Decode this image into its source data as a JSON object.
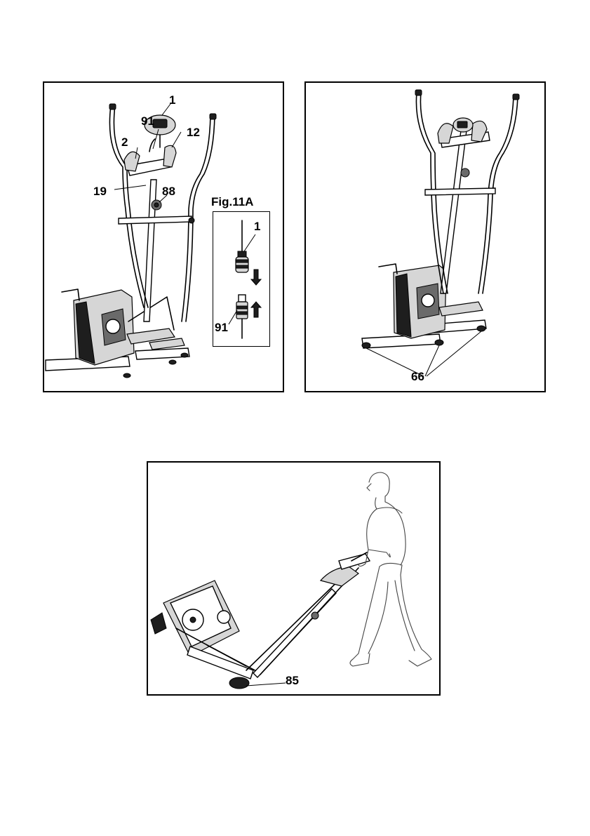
{
  "figure_left": {
    "callouts": [
      "1",
      "91",
      "12",
      "2",
      "19",
      "88"
    ],
    "inset": {
      "title": "Fig.11A",
      "callouts": [
        "1",
        "91"
      ]
    }
  },
  "figure_right": {
    "callouts": [
      "66"
    ]
  },
  "figure_bottom": {
    "callouts": [
      "85"
    ]
  }
}
